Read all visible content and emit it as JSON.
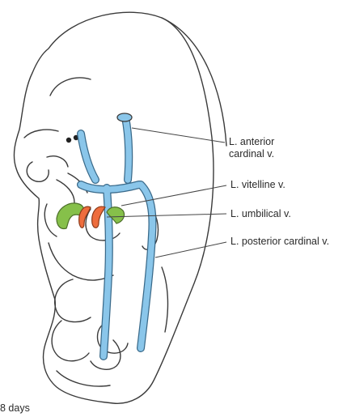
{
  "labels": {
    "anterior_line1": "L. anterior",
    "anterior_line2": "cardinal v.",
    "vitelline": "L. vitelline v.",
    "umbilical": "L. umbilical v.",
    "posterior": "L. posterior cardinal v."
  },
  "caption": "8 days",
  "colors": {
    "vein_blue": "#8ac6ea",
    "vitelline_green": "#86c04a",
    "umbilical_orange": "#ee6d3d",
    "outline": "#3a3a3a",
    "leader_line": "#444444"
  }
}
